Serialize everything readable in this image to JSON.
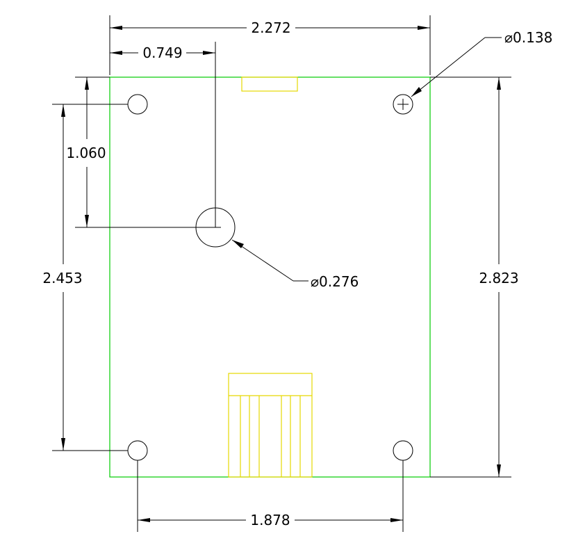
{
  "dimensions": {
    "overall_width": "2.272",
    "hole_x_offset": "0.749",
    "small_hole_diameter": "⌀0.138",
    "hole_y_offset": "1.060",
    "hole_vertical_spacing": "2.453",
    "large_hole_diameter": "⌀0.276",
    "overall_height": "2.823",
    "hole_horizontal_spacing": "1.878"
  },
  "colors": {
    "board_outline": "#00cc00",
    "connector": "#e6d800",
    "dimension_lines": "#000000"
  }
}
